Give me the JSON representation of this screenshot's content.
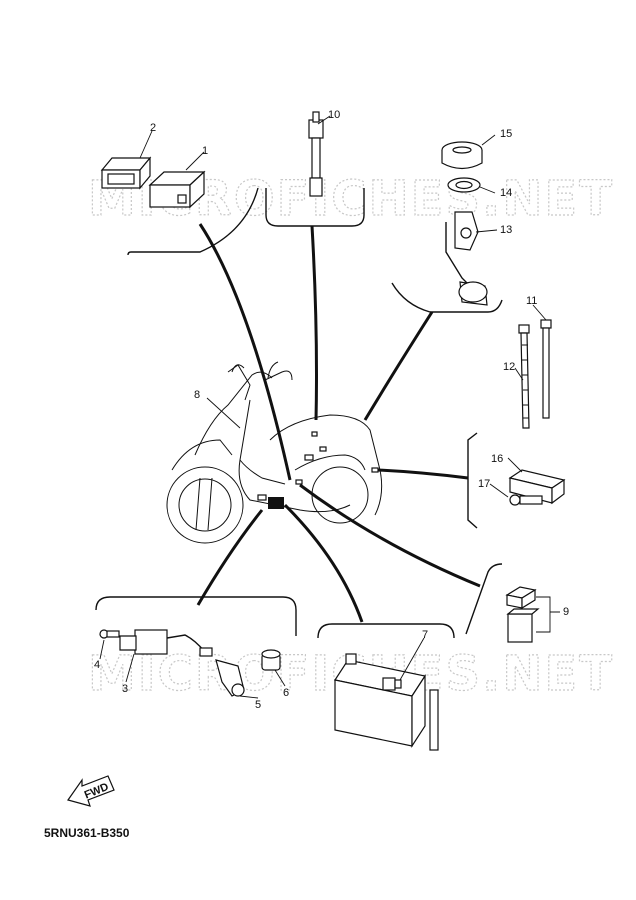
{
  "watermark": {
    "text": "MICROFICHES.NET"
  },
  "forward_arrow": {
    "label": "FWD"
  },
  "document_code": "5RNU361-B350",
  "callouts": [
    "1",
    "2",
    "3",
    "4",
    "5",
    "6",
    "7",
    "8",
    "9",
    "10",
    "11",
    "12",
    "13",
    "14",
    "15",
    "16",
    "17"
  ]
}
